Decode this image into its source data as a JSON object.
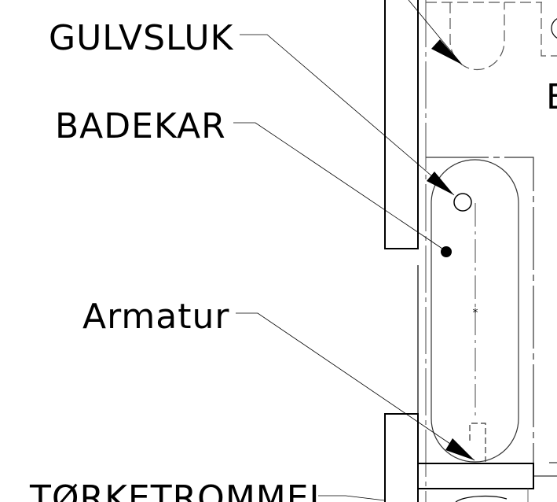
{
  "labels": {
    "gulvsluk": "GULVSLUK",
    "badekar": "BADEKAR",
    "armatur": "Armatur",
    "torketrommel": "TØRKETROMMEL",
    "room_letter": "B"
  }
}
